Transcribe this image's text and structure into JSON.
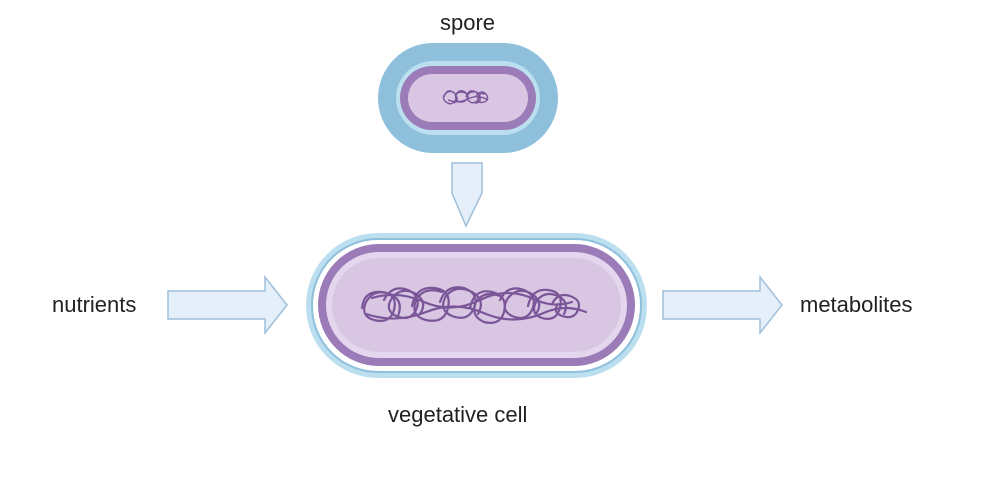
{
  "labels": {
    "spore": "spore",
    "vegetative_cell": "vegetative cell",
    "nutrients": "nutrients",
    "metabolites": "metabolites"
  },
  "colors": {
    "coat_blue": "#8ec0dc",
    "coat_blue_light": "#bcdff0",
    "membrane_purple": "#9b7bb8",
    "cytoplasm_lilac": "#d8c6e3",
    "dna_purple": "#7a5698",
    "arrow_fill": "#e4eff9",
    "arrow_stroke": "#9fbfdb",
    "text": "#222222"
  },
  "icons": {
    "spore": "spore-cell-icon",
    "vegetative": "vegetative-cell-icon",
    "arrow_down": "arrow-down-icon",
    "arrow_in": "arrow-right-icon",
    "arrow_out": "arrow-right-icon"
  }
}
